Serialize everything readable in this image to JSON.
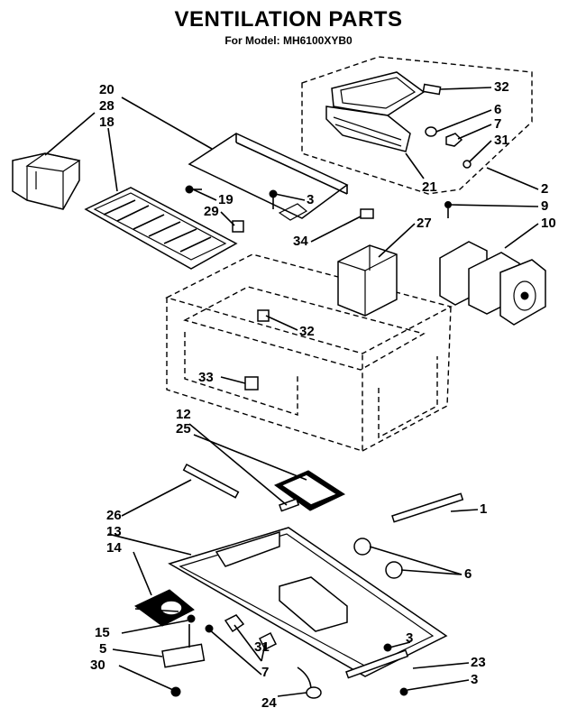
{
  "header": {
    "title": "VENTILATION PARTS",
    "subtitle": "For Model: MH6100XYB0"
  },
  "callouts": [
    "32",
    "6",
    "7",
    "31",
    "2",
    "9",
    "10",
    "20",
    "28",
    "18",
    "3",
    "19",
    "29",
    "34",
    "27",
    "32",
    "33",
    "12",
    "25",
    "1",
    "26",
    "13",
    "14",
    "6",
    "15",
    "5",
    "30",
    "3",
    "31",
    "7",
    "23",
    "3",
    "24",
    "21"
  ]
}
